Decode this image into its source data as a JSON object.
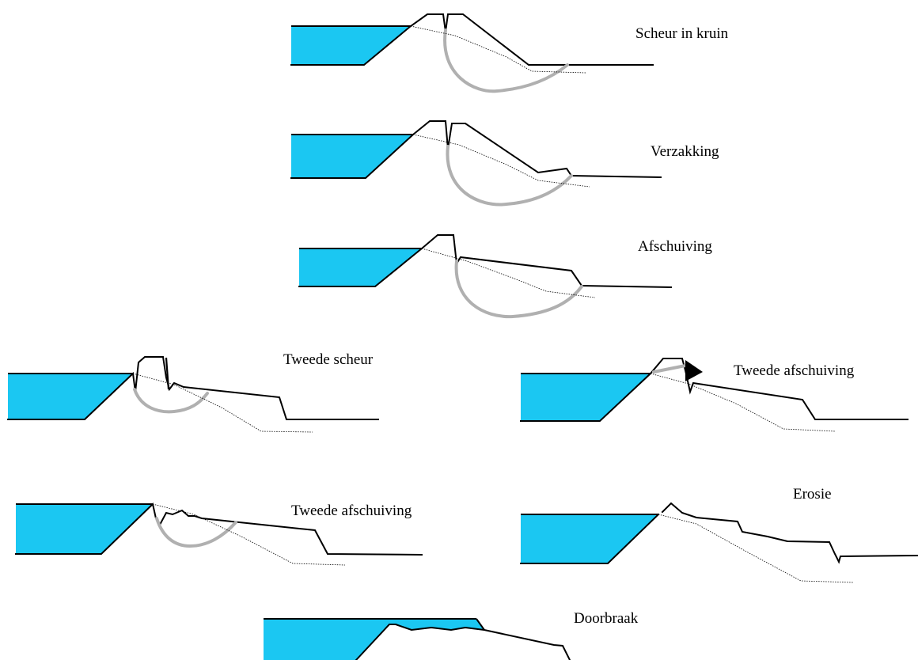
{
  "stages": [
    {
      "id": "scheur-in-kruin",
      "label": "Scheur in kruin"
    },
    {
      "id": "verzakking",
      "label": "Verzakking"
    },
    {
      "id": "afschuiving",
      "label": "Afschuiving"
    },
    {
      "id": "tweede-scheur",
      "label": "Tweede scheur"
    },
    {
      "id": "tweede-afschuiving-a",
      "label": "Tweede afschuiving"
    },
    {
      "id": "tweede-afschuiving-b",
      "label": "Tweede afschuiving"
    },
    {
      "id": "erosie",
      "label": "Erosie"
    },
    {
      "id": "doorbraak",
      "label": "Doorbraak"
    }
  ],
  "colors": {
    "water": "#1bc7f2",
    "slip_surface": "#b0b0b0",
    "line": "#000000"
  }
}
